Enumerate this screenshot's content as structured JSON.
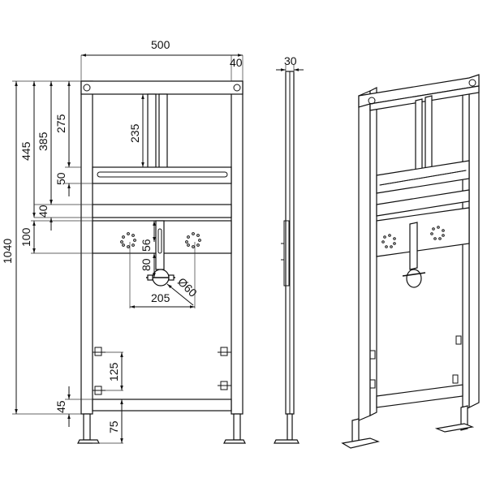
{
  "front_view": {
    "width_total": "500",
    "side_thickness": "40",
    "height_total": "1040",
    "h_445": "445",
    "h_385": "385",
    "h_275": "275",
    "h_235": "235",
    "h_50": "50",
    "h_40": "40",
    "h_100": "100",
    "h_56": "56",
    "h_80": "80",
    "diameter": "Ø60",
    "w_205": "205",
    "h_125": "125",
    "h_45": "45",
    "h_75": "75"
  },
  "side_view": {
    "depth": "30"
  }
}
